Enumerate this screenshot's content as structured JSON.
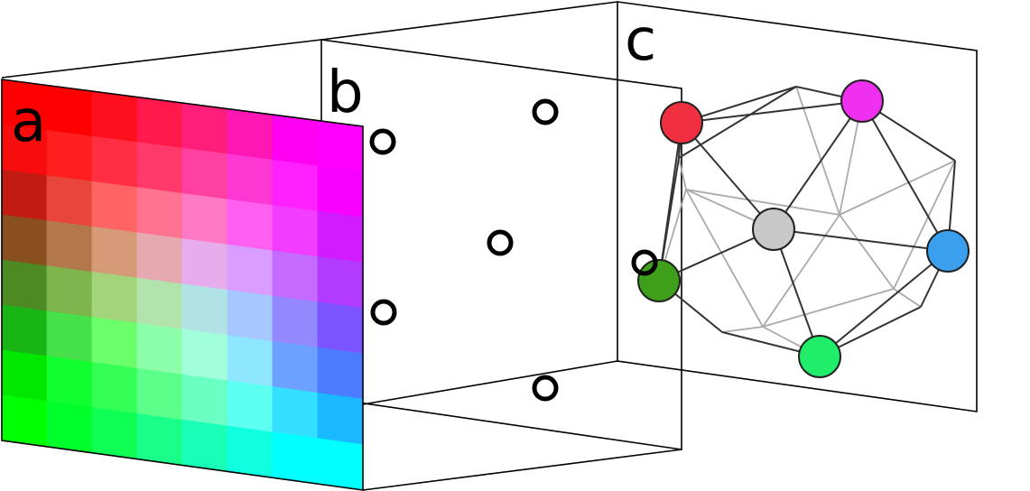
{
  "panels": [
    {
      "id": "a",
      "label": "a"
    },
    {
      "id": "b",
      "label": "b"
    },
    {
      "id": "c",
      "label": "c"
    }
  ],
  "colors": {
    "frame_stroke": "#000000",
    "open_marker_stroke": "#000000",
    "mesh_front": "#333333",
    "mesh_back": "#aaaaaa"
  },
  "panel_a_grid": {
    "rows": 8,
    "cols": 8,
    "cells": [
      [
        "#ff0000",
        "#ff0000",
        "#ff0f1e",
        "#ff1a4b",
        "#ff1f7a",
        "#ff17b5",
        "#ff00f0",
        "#ff00ff"
      ],
      [
        "#f70d0d",
        "#ff1f1f",
        "#ff2e43",
        "#ff3a6b",
        "#ff40a0",
        "#ff37d2",
        "#ff20ff",
        "#f700ff"
      ],
      [
        "#c21c12",
        "#e8463a",
        "#ff6464",
        "#ff7290",
        "#ff79c4",
        "#ff5ff0",
        "#f23cff",
        "#d21bff"
      ],
      [
        "#8a4f1f",
        "#b2784b",
        "#d59b77",
        "#e6a9b0",
        "#e6acec",
        "#d99cff",
        "#c56aff",
        "#b33aff"
      ],
      [
        "#4d8a24",
        "#7db44c",
        "#a3d47c",
        "#b3e3ad",
        "#b1e3e6",
        "#a6c8ff",
        "#9488ff",
        "#7b53ff"
      ],
      [
        "#19b515",
        "#46e04a",
        "#6bff6b",
        "#8dffaa",
        "#a1ffdb",
        "#8fe6ff",
        "#6ca1ff",
        "#4d7bff"
      ],
      [
        "#00e800",
        "#10ff2f",
        "#33ff54",
        "#5cff8a",
        "#6bffc4",
        "#5cfff0",
        "#33e0ff",
        "#1ab8ff"
      ],
      [
        "#00ff00",
        "#00ff2a",
        "#10ff55",
        "#1aff8a",
        "#1affb8",
        "#10ffe0",
        "#00ffff",
        "#00ffff"
      ]
    ]
  },
  "panel_b_markers": [
    {
      "id": 1
    },
    {
      "id": 2
    },
    {
      "id": 3
    },
    {
      "id": 4
    },
    {
      "id": 5
    },
    {
      "id": 6
    }
  ],
  "panel_c_nodes": [
    {
      "id": "red",
      "color": "#f03040"
    },
    {
      "id": "magenta",
      "color": "#f030f0"
    },
    {
      "id": "gray",
      "color": "#c8c8c8"
    },
    {
      "id": "blue",
      "color": "#3aa0ee"
    },
    {
      "id": "green-dark",
      "color": "#3e9f1a"
    },
    {
      "id": "green-light",
      "color": "#20ee6a"
    }
  ]
}
